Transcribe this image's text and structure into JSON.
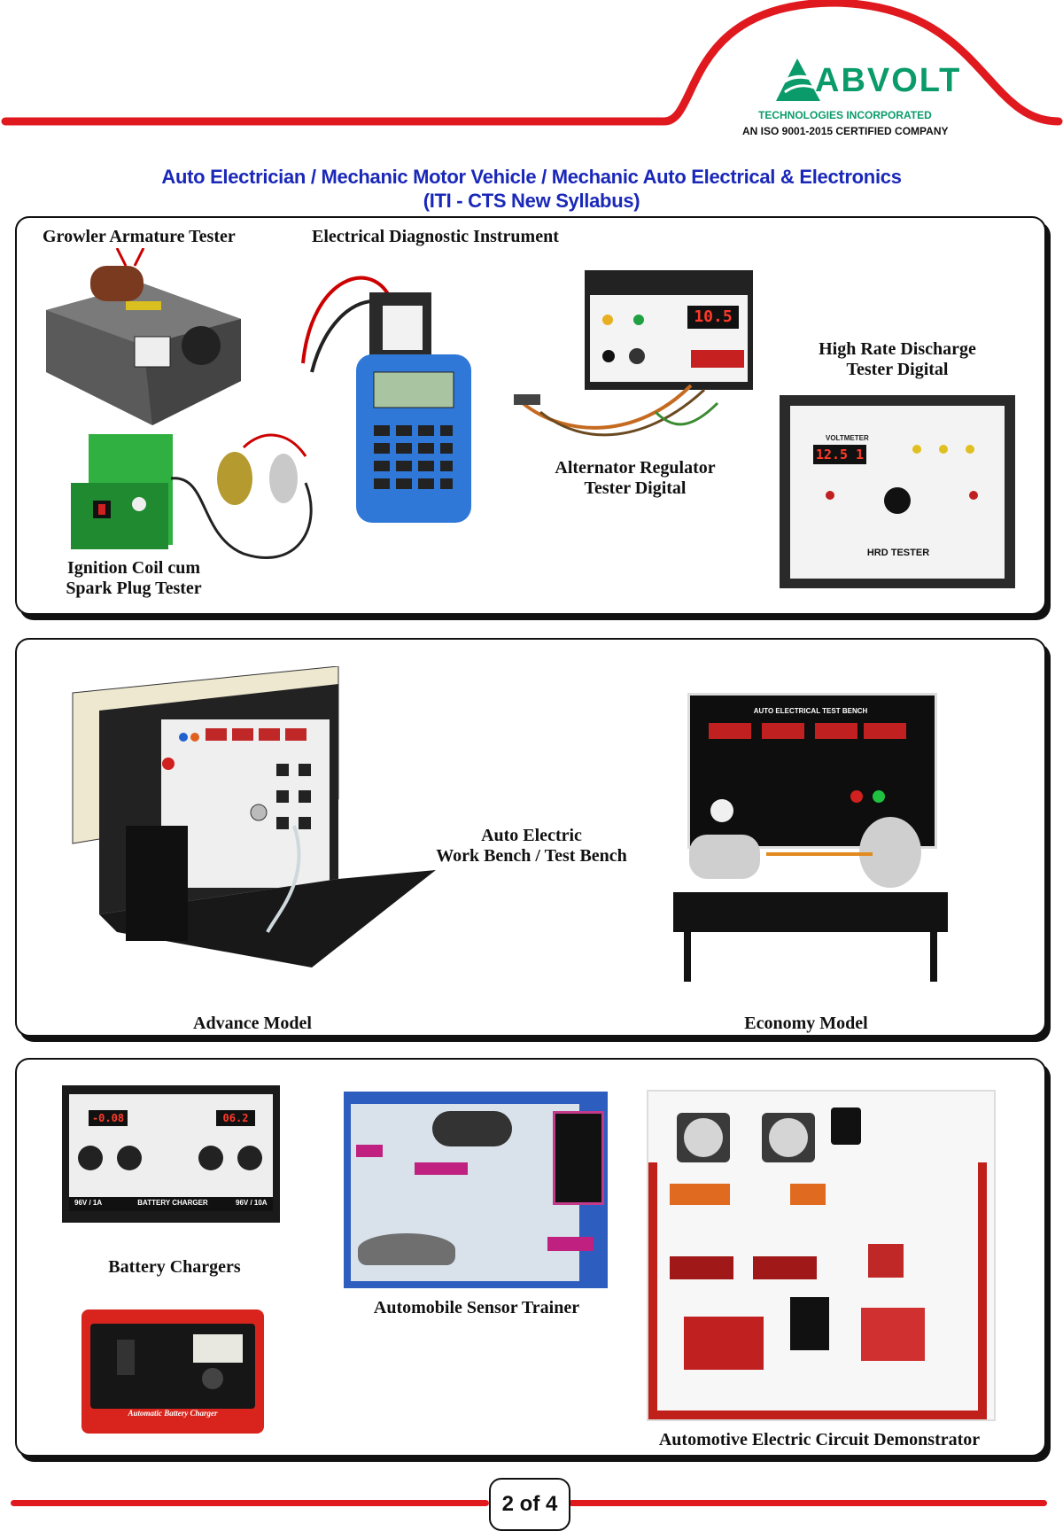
{
  "company": {
    "name": "ABVOLT",
    "tagline": "TECHNOLOGIES INCORPORATED",
    "certification": "AN ISO 9001-2015 CERTIFIED COMPANY"
  },
  "header": {
    "title_line1": "Auto Electrician / Mechanic Motor Vehicle / Mechanic Auto Electrical & Electronics",
    "title_line2": "(ITI - CTS New Syllabus)"
  },
  "panel1": {
    "growler": "Growler Armature Tester",
    "diagnostic": "Electrical Diagnostic Instrument",
    "hrd_line1": "High Rate Discharge",
    "hrd_line2": "Tester Digital",
    "alt_line1": "Alternator Regulator",
    "alt_line2": "Tester Digital",
    "ign_line1": "Ignition Coil cum",
    "ign_line2": "Spark Plug Tester",
    "alt_display": "10.5",
    "hrd_display": "12.5 1",
    "hrd_label": "HRD TESTER",
    "hrd_voltmeter": "VOLTMETER"
  },
  "panel2": {
    "bench_line1": "Auto Electric",
    "bench_line2": "Work Bench / Test Bench",
    "advance": "Advance Model",
    "economy": "Economy Model",
    "economy_header": "AUTO ELECTRICAL TEST BENCH"
  },
  "panel3": {
    "chargers": "Battery Chargers",
    "sensor": "Automobile Sensor Trainer",
    "circuit": "Automotive Electric Circuit Demonstrator",
    "charger_display1": "-0.08",
    "charger_display2": "06.2",
    "charger_panel_label": "BATTERY CHARGER",
    "charger_left": "96V / 1A",
    "charger_right": "96V / 10A",
    "auto_charger": "Automatic Battery Charger"
  },
  "footer": {
    "page": "2 of 4"
  },
  "colors": {
    "accent_red": "#e0191f",
    "title_blue": "#1a28b8",
    "logo_green": "#0b9b6b"
  }
}
